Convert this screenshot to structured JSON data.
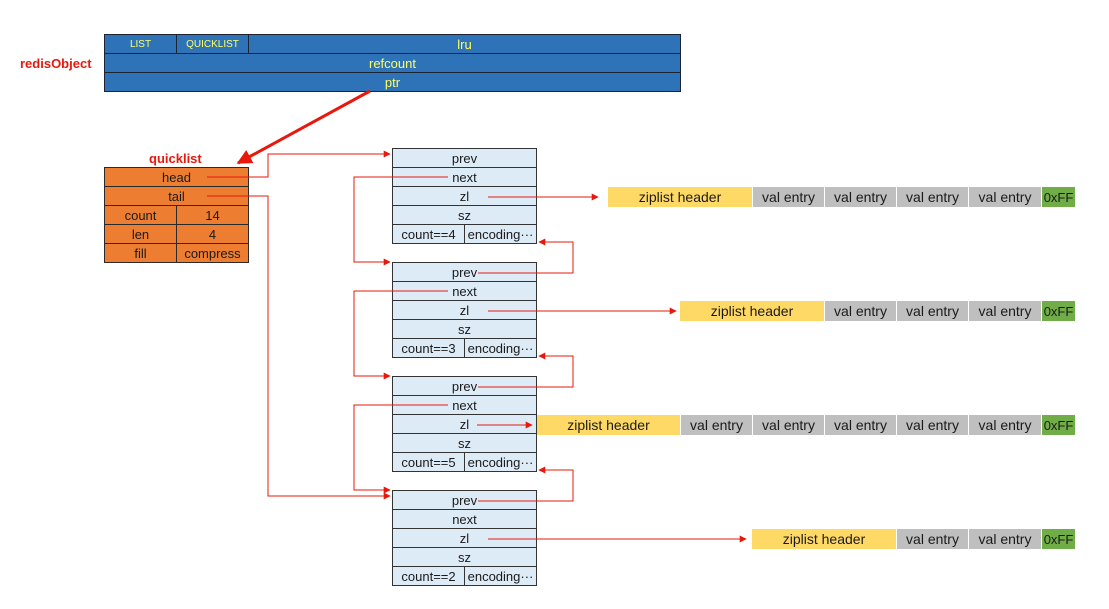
{
  "redis_object": {
    "label": "redisObject",
    "type": "LIST",
    "encoding": "QUICKLIST",
    "lru": "lru",
    "refcount": "refcount",
    "ptr": "ptr"
  },
  "quicklist": {
    "title": "quicklist",
    "head": "head",
    "tail": "tail",
    "count_label": "count",
    "count_value": "14",
    "len_label": "len",
    "len_value": "4",
    "fill_label": "fill",
    "compress_label": "compress"
  },
  "nodes": [
    {
      "prev": "prev",
      "next": "next",
      "zl": "zl",
      "sz": "sz",
      "count": "count==4",
      "encoding": "encoding···"
    },
    {
      "prev": "prev",
      "next": "next",
      "zl": "zl",
      "sz": "sz",
      "count": "count==3",
      "encoding": "encoding···"
    },
    {
      "prev": "prev",
      "next": "next",
      "zl": "zl",
      "sz": "sz",
      "count": "count==5",
      "encoding": "encoding···"
    },
    {
      "prev": "prev",
      "next": "next",
      "zl": "zl",
      "sz": "sz",
      "count": "count==2",
      "encoding": "encoding···"
    }
  ],
  "ziplists": [
    {
      "header": "ziplist header",
      "entries": [
        "val entry",
        "val entry",
        "val entry",
        "val entry"
      ],
      "end": "0xFF"
    },
    {
      "header": "ziplist header",
      "entries": [
        "val entry",
        "val entry",
        "val entry"
      ],
      "end": "0xFF"
    },
    {
      "header": "ziplist header",
      "entries": [
        "val entry",
        "val entry",
        "val entry",
        "val entry",
        "val entry"
      ],
      "end": "0xFF"
    },
    {
      "header": "ziplist header",
      "entries": [
        "val entry",
        "val entry"
      ],
      "end": "0xFF"
    }
  ],
  "colors": {
    "arrow": "#e8180c",
    "redis_object_bg": "#2e73b8",
    "redis_object_text": "#ffff66",
    "quicklist_bg": "#ed7d31",
    "node_bg": "#ddebf7",
    "ziplist_header": "#ffd966",
    "ziplist_entry": "#bfbfbf",
    "ziplist_end": "#70ad47"
  }
}
